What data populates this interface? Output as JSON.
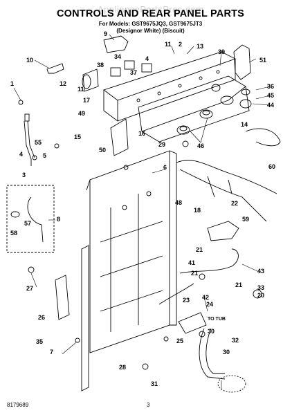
{
  "header": {
    "watermark": "AppliancePartsPros.com",
    "title": "CONTROLS AND REAR PANEL PARTS",
    "subtitle_models": "For Models: GST9675JQ3, GST9675JT3",
    "subtitle_colors": "(Designor White)   (Biscuit)"
  },
  "footer": {
    "doc_number": "8179689",
    "page_number": "3"
  },
  "callouts": {
    "c1": "1",
    "c2": "2",
    "c3": "3",
    "c4": "4",
    "c5": "5",
    "c6": "6",
    "c7": "7",
    "c8": "8",
    "c9": "9",
    "c10": "10",
    "c11a": "11",
    "c11b": "11",
    "c12": "12",
    "c13": "13",
    "c14": "14",
    "c15": "15",
    "c16": "16",
    "c17": "17",
    "c18": "18",
    "c20": "20",
    "c21a": "21",
    "c21b": "21",
    "c21c": "21",
    "c22": "22",
    "c23": "23",
    "c24": "24",
    "c25": "25",
    "c26": "26",
    "c27": "27",
    "c28": "28",
    "c29": "29",
    "c30": "30",
    "c31": "31",
    "c32": "32",
    "c33": "33",
    "c34": "34",
    "c35": "35",
    "c36": "36",
    "c37": "37",
    "c38": "38",
    "c39": "39",
    "c41": "41",
    "c42": "42",
    "c43": "43",
    "c44": "44",
    "c45": "45",
    "c46": "46",
    "c48": "48",
    "c49": "49",
    "c50": "50",
    "c51": "51",
    "c55": "55",
    "c57": "57",
    "c58": "58",
    "c59": "59",
    "c60": "60"
  },
  "labels": {
    "to_tub": "TO TUB"
  }
}
